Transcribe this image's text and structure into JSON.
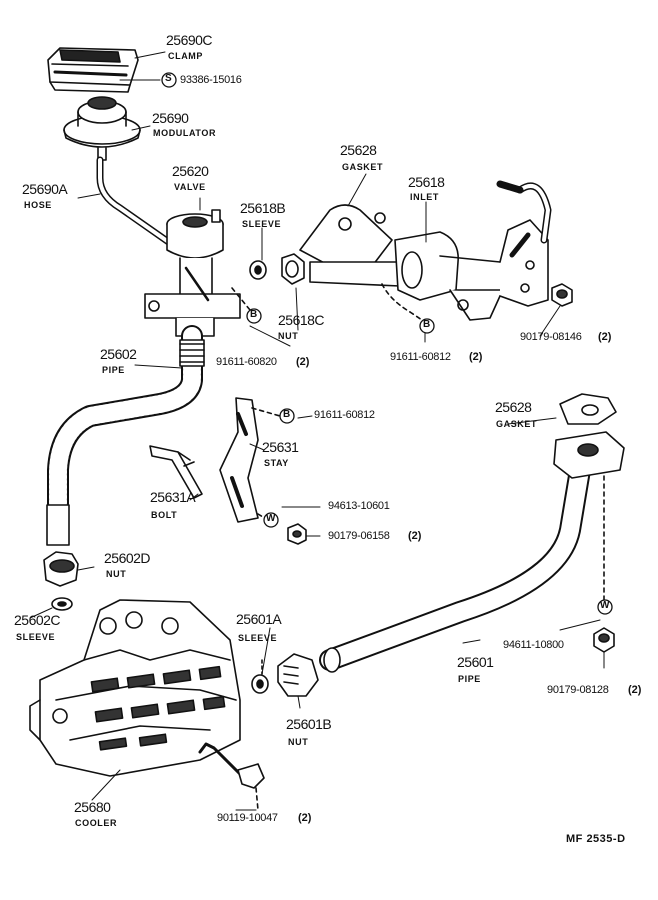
{
  "parts": {
    "clamp": {
      "number": "25690C",
      "name": "CLAMP"
    },
    "modulator": {
      "number": "25690",
      "name": "MODULATOR"
    },
    "hose": {
      "number": "25690A",
      "name": "HOSE"
    },
    "valve": {
      "number": "25620",
      "name": "VALVE"
    },
    "sleeve_b": {
      "number": "25618B",
      "name": "SLEEVE"
    },
    "sleeve_c": {
      "number": "25618C",
      "name": "NUT"
    },
    "gasket_top": {
      "number": "25628",
      "name": "GASKET"
    },
    "inlet": {
      "number": "25618",
      "name": "INLET"
    },
    "pipe_left": {
      "number": "25602",
      "name": "PIPE"
    },
    "stay": {
      "number": "25631",
      "name": "STAY"
    },
    "bolt": {
      "number": "25631A",
      "name": "BOLT"
    },
    "gasket_right": {
      "number": "25628",
      "name": "GASKET"
    },
    "nut_d": {
      "number": "25602D",
      "name": "NUT"
    },
    "sleeve_602c": {
      "number": "25602C",
      "name": "SLEEVE"
    },
    "sleeve_601a": {
      "number": "25601A",
      "name": "SLEEVE"
    },
    "pipe_right": {
      "number": "25601",
      "name": "PIPE"
    },
    "nut_601b": {
      "number": "25601B",
      "name": "NUT"
    },
    "cooler": {
      "number": "25680",
      "name": "COOLER"
    }
  },
  "fasteners": [
    {
      "symbol": "S",
      "number": "93386-15016",
      "qty": ""
    },
    {
      "symbol": "B",
      "number": "91611-60820",
      "qty": "(2)"
    },
    {
      "symbol": "B",
      "number": "91611-60812",
      "qty": "(2)"
    },
    {
      "symbol": "",
      "number": "90179-08146",
      "qty": "(2)"
    },
    {
      "symbol": "B",
      "number": "91611-60812",
      "qty": ""
    },
    {
      "symbol": "W",
      "number": "94613-10601",
      "qty": ""
    },
    {
      "symbol": "",
      "number": "90179-06158",
      "qty": "(2)"
    },
    {
      "symbol": "W",
      "number": "94611-10800",
      "qty": ""
    },
    {
      "symbol": "",
      "number": "90179-08128",
      "qty": "(2)"
    },
    {
      "symbol": "",
      "number": "90119-10047",
      "qty": "(2)"
    }
  ],
  "diagram_code": "MF  2535-D"
}
